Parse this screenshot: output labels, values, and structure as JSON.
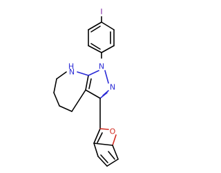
{
  "molecule": {
    "atom_labels": {
      "iodine": "I",
      "nh": "N",
      "nh_h": "H",
      "n1": "N",
      "n2": "N",
      "oxygen": "O"
    },
    "colors": {
      "bond": "#000000",
      "nitrogen": "#2b2bd6",
      "oxygen": "#d22a1f",
      "iodine": "#7a1fa2",
      "background": "#ffffff"
    }
  }
}
